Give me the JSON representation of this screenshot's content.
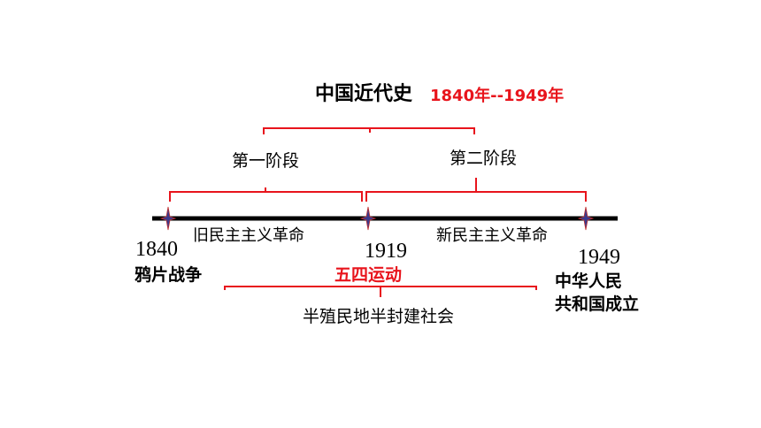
{
  "title": {
    "main": "中国近代史",
    "range": "1840年--1949年"
  },
  "stages": {
    "first": "第一阶段",
    "second": "第二阶段"
  },
  "revolutions": {
    "old": "旧民主主义革命",
    "new": "新民主主义革命"
  },
  "milestones": [
    {
      "year": "1840",
      "event": "鸦片战争"
    },
    {
      "year": "1919",
      "event": "五四运动"
    },
    {
      "year": "1949",
      "event_line1": "中华人民",
      "event_line2": "共和国成立"
    }
  ],
  "society": "半殖民地半封建社会",
  "colors": {
    "accent": "#e8141c",
    "line": "#000000",
    "marker": "#3a3a8c"
  }
}
